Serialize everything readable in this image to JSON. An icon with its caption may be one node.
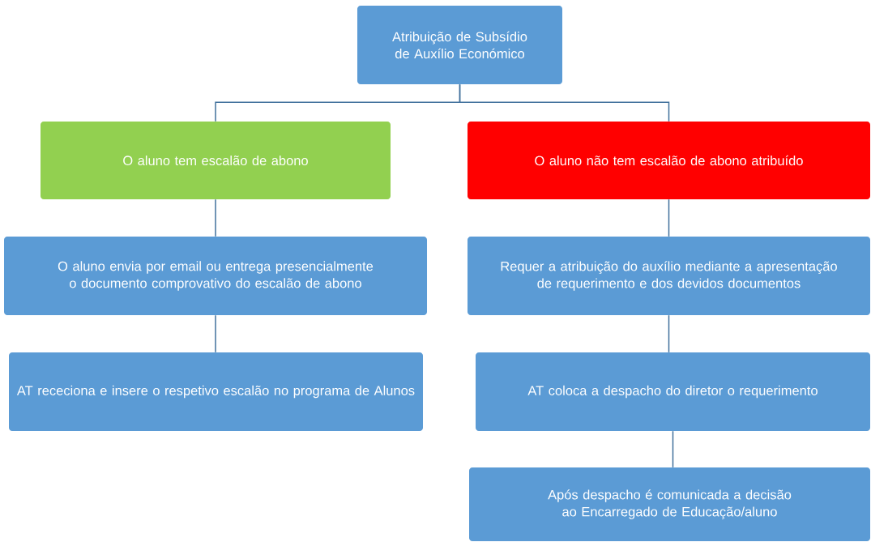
{
  "diagram": {
    "nodes": [
      {
        "text": [
          "Atribuição de Subsídio de Auxílio Económico"
        ]
      },
      {
        "text": [
          "O aluno tem escalão de abono"
        ]
      },
      {
        "text": [
          "O aluno não tem escalão de abono atribuído"
        ]
      },
      {
        "text": [
          "O aluno envia por email ou entrega presencialmente o documento comprovativo do escalão de abono"
        ]
      },
      {
        "text": [
          "Requer a atribuição do auxílio mediante a apresentação de requerimento e dos devidos documentos"
        ]
      },
      {
        "text": [
          "AT receciona e insere o respetivo escalão no programa de Alunos"
        ]
      },
      {
        "text": [
          "AT coloca a despacho do diretor o requerimento"
        ]
      },
      {
        "text": [
          "Após despacho é comunicada a decisão ao Encarregado de Educação/aluno"
        ]
      }
    ],
    "edges": [
      {
        "from": 0,
        "to": 1,
        "arrow": "none"
      },
      {
        "from": 0,
        "to": 2,
        "arrow": "none"
      },
      {
        "from": 1,
        "to": 3,
        "arrow": "none"
      },
      {
        "from": 3,
        "to": 5,
        "arrow": "none"
      },
      {
        "from": 2,
        "to": 4,
        "arrow": "none"
      },
      {
        "from": 4,
        "to": 6,
        "arrow": "none"
      },
      {
        "from": 6,
        "to": 7,
        "arrow": "none"
      }
    ]
  }
}
